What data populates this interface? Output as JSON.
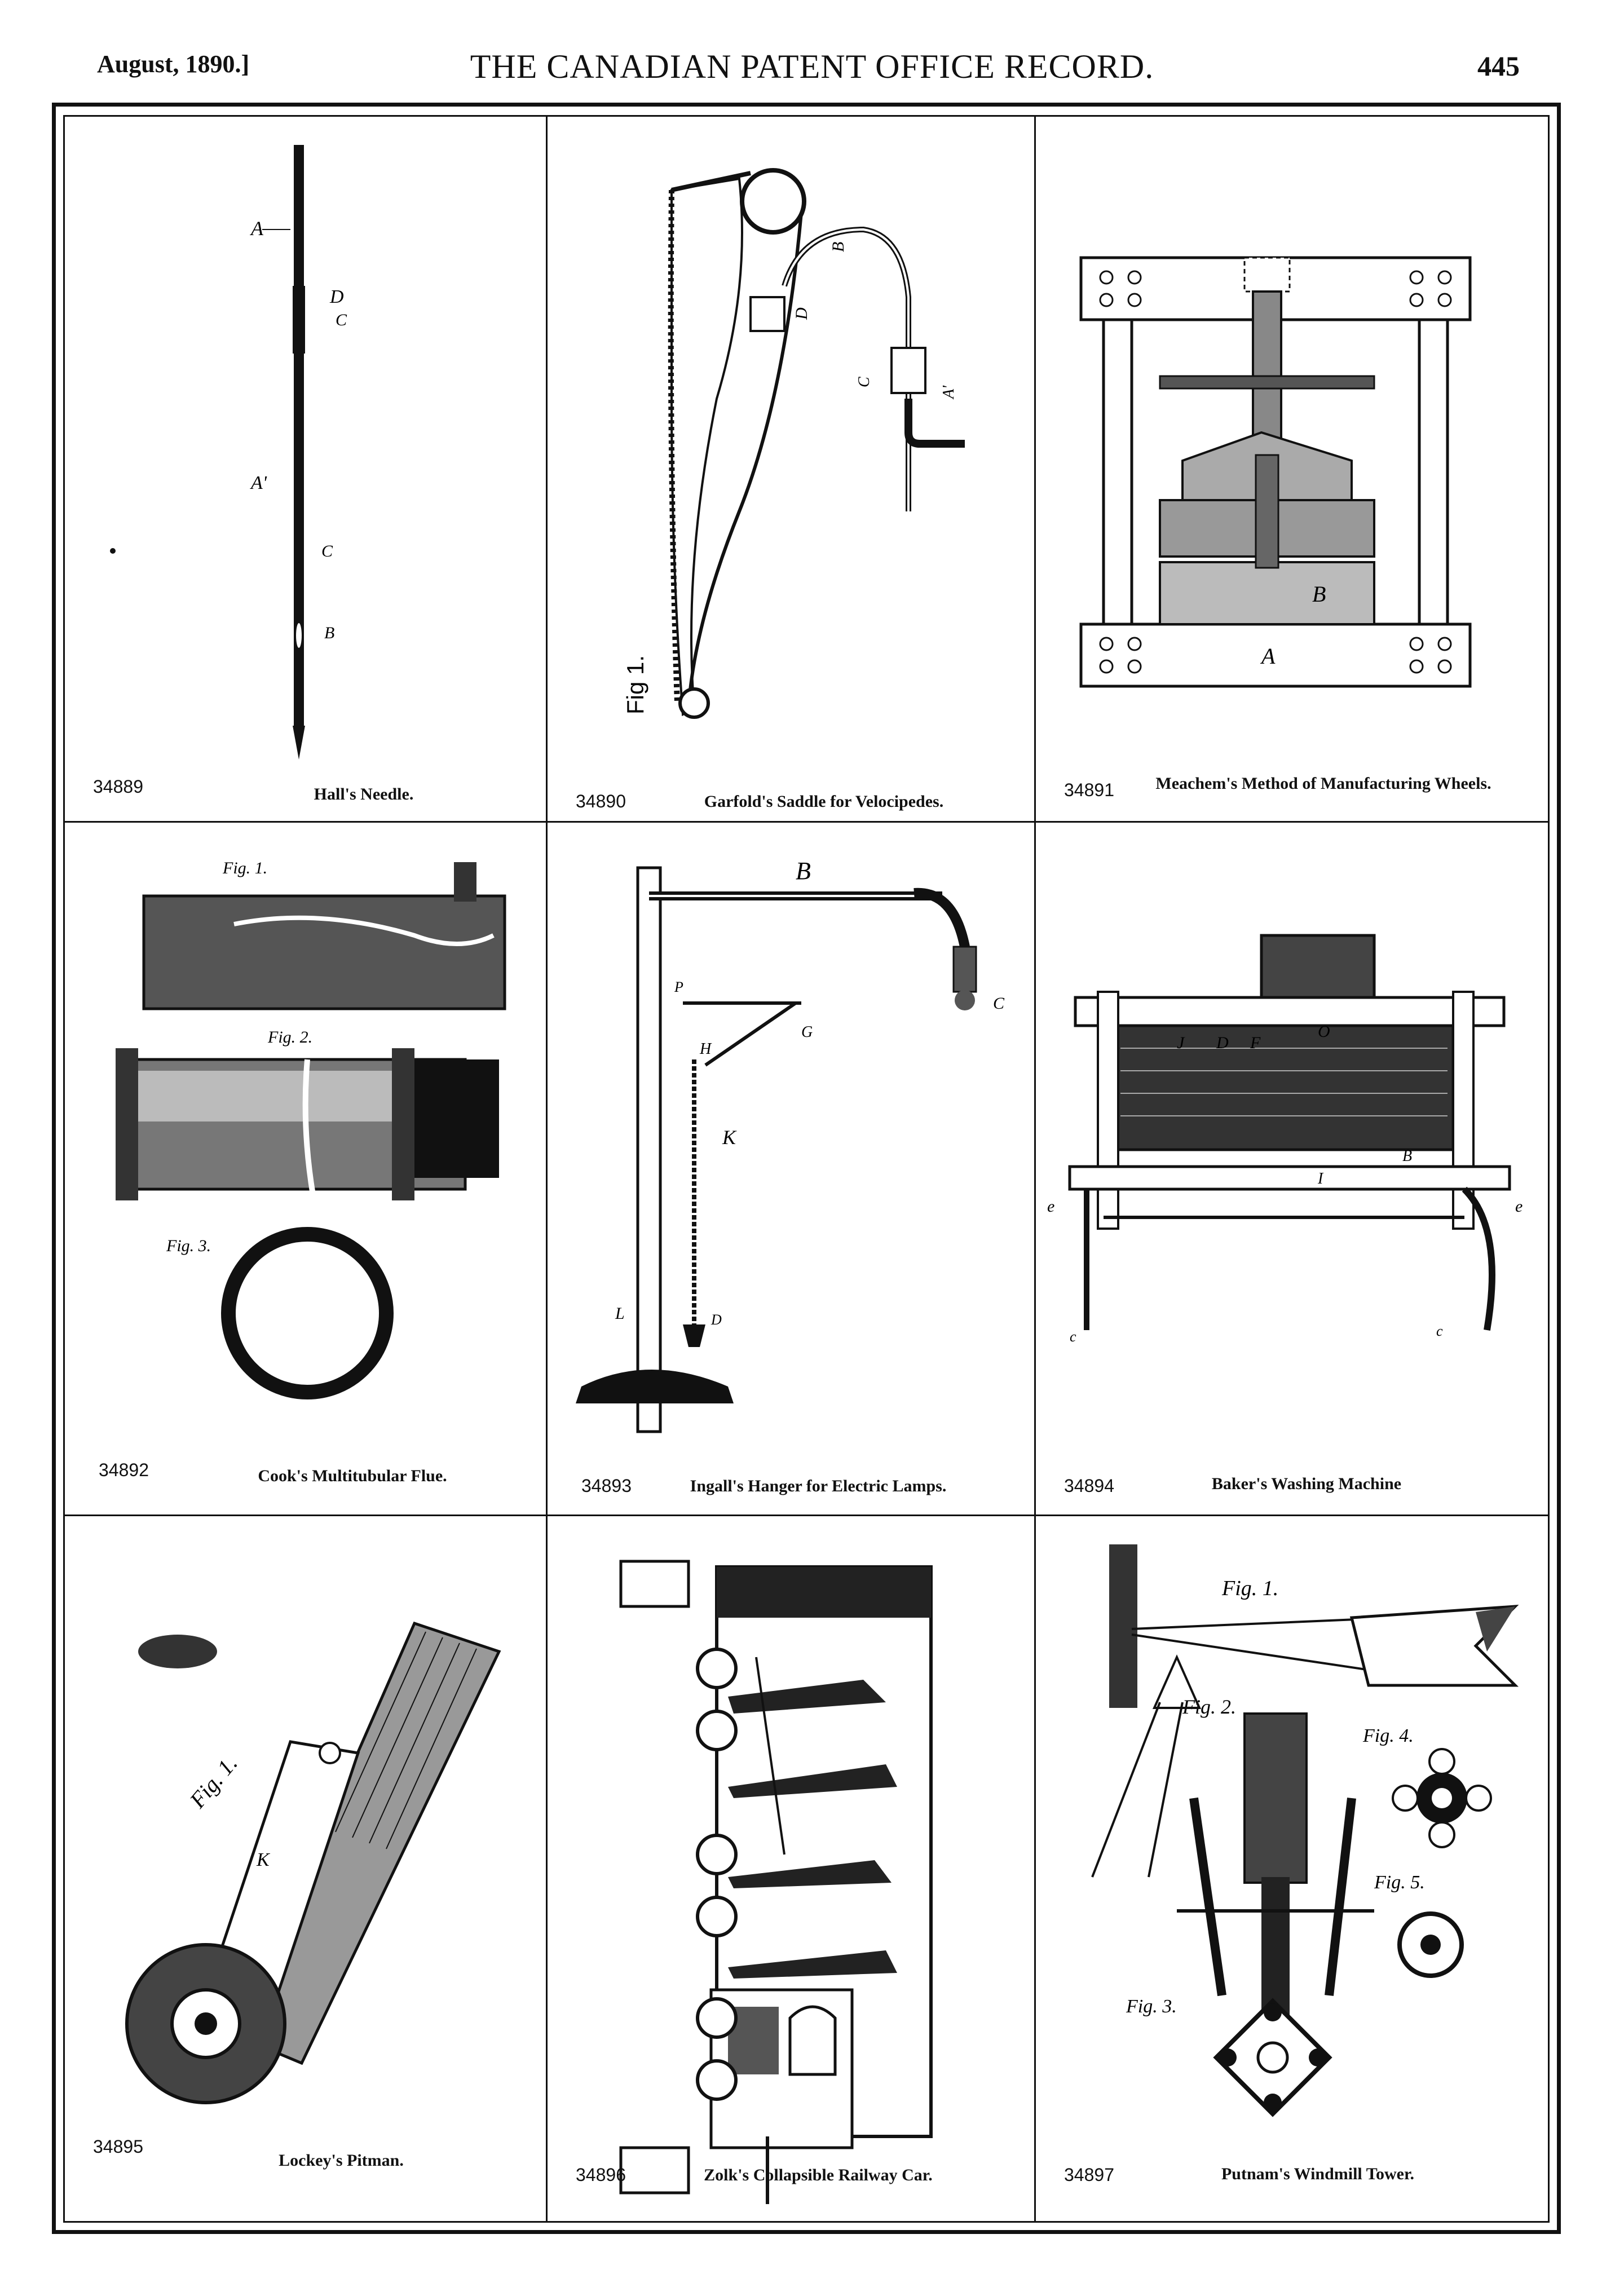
{
  "header": {
    "date": "August, 1890.]",
    "title": "THE CANADIAN PATENT OFFICE RECORD.",
    "page": "445"
  },
  "patents": [
    {
      "number": "34889",
      "title": "Hall's Needle."
    },
    {
      "number": "34890",
      "title": "Garfold's Saddle for Velocipedes."
    },
    {
      "number": "34891",
      "title": "Meachem's Method of Manufacturing Wheels."
    },
    {
      "number": "34892",
      "title": "Cook's Multitubular Flue."
    },
    {
      "number": "34893",
      "title": "Ingall's Hanger for Electric Lamps."
    },
    {
      "number": "34894",
      "title": "Baker's Washing Machine"
    },
    {
      "number": "34895",
      "title": "Lockey's Pitman."
    },
    {
      "number": "34896",
      "title": "Zolk's Collapsible Railway Car."
    },
    {
      "number": "34897",
      "title": "Putnam's Windmill Tower."
    }
  ],
  "figure_labels": {
    "needle": [
      "A",
      "D",
      "C",
      "A'",
      "C",
      "B"
    ],
    "saddle": [
      "Fig 1.",
      "B",
      "D",
      "C",
      "A'"
    ],
    "press": [
      "A",
      "B"
    ],
    "flue": [
      "Fig. 1.",
      "Fig. 2.",
      "Fig. 3."
    ],
    "hanger": [
      "B",
      "G",
      "H",
      "K",
      "L",
      "D",
      "C",
      "P"
    ],
    "washer": [
      "O",
      "D",
      "F",
      "J",
      "B",
      "I",
      "e",
      "e",
      "c",
      "c"
    ],
    "pitman": [
      "Fig. 1.",
      "K"
    ],
    "windmill": [
      "Fig. 1.",
      "Fig. 2.",
      "Fig. 3.",
      "Fig. 4.",
      "Fig. 5."
    ]
  }
}
